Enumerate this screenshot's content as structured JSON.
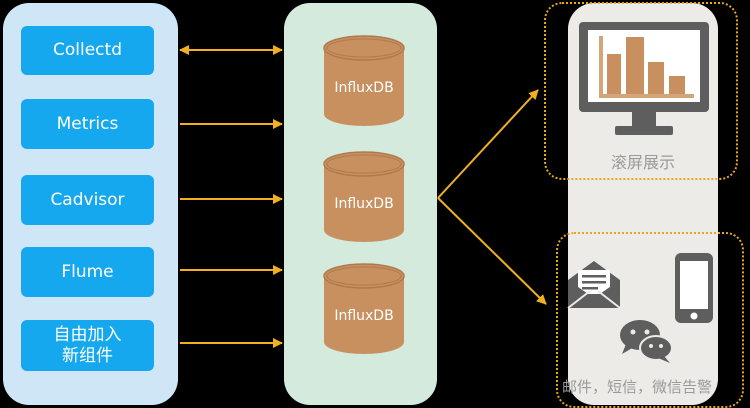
{
  "sources": [
    {
      "label": "Collectd"
    },
    {
      "label": "Metrics"
    },
    {
      "label": "Cadvisor"
    },
    {
      "label": "Flume"
    },
    {
      "label": "自由加入\n新组件"
    }
  ],
  "databases": [
    {
      "label": "InfluxDB"
    },
    {
      "label": "InfluxDB"
    },
    {
      "label": "InfluxDB"
    }
  ],
  "outputs": {
    "display_label": "滚屏展示",
    "alert_label": "邮件，短信，微信告警"
  },
  "icons": {
    "monitor": "monitor-bar-chart-icon",
    "mail": "envelope-icon",
    "phone": "smartphone-icon",
    "chat": "wechat-icon"
  },
  "colors": {
    "source_button": "#16a8ee",
    "database": "#c8905f",
    "arrow": "#f0b020",
    "dashed_border": "#e7a81e"
  }
}
